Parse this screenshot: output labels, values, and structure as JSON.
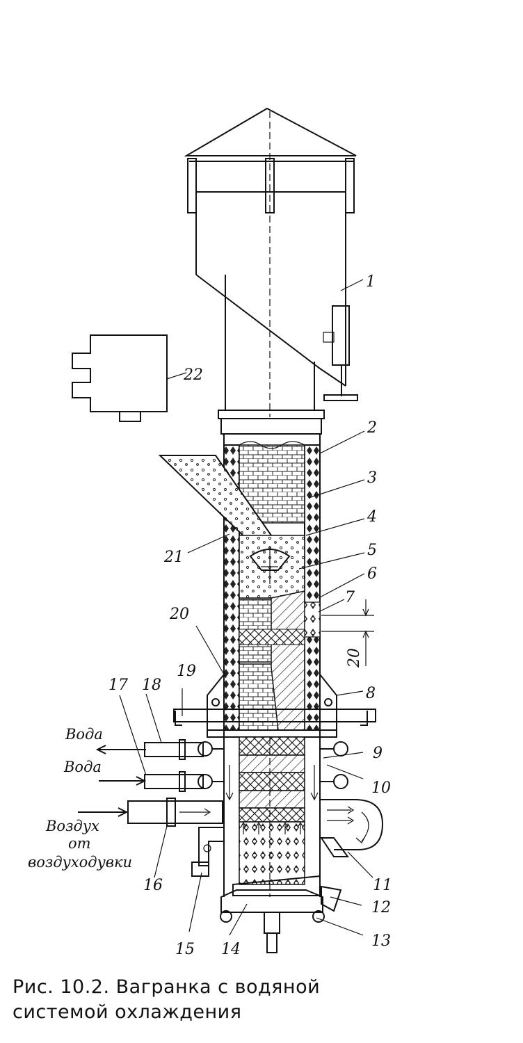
{
  "caption": {
    "line1": "Рис. 10.2. Вагранка с водяной",
    "line2": "системой охлаждения"
  },
  "flow_labels": {
    "water_out": "Вода",
    "water_in": "Вода",
    "air_line1": "Воздух",
    "air_line2": "от",
    "air_line3": "воздуходувки"
  },
  "dimension": "20",
  "callouts": [
    "1",
    "2",
    "3",
    "4",
    "5",
    "6",
    "7",
    "8",
    "9",
    "10",
    "11",
    "12",
    "13",
    "14",
    "15",
    "16",
    "17",
    "18",
    "19",
    "20",
    "21",
    "22"
  ]
}
